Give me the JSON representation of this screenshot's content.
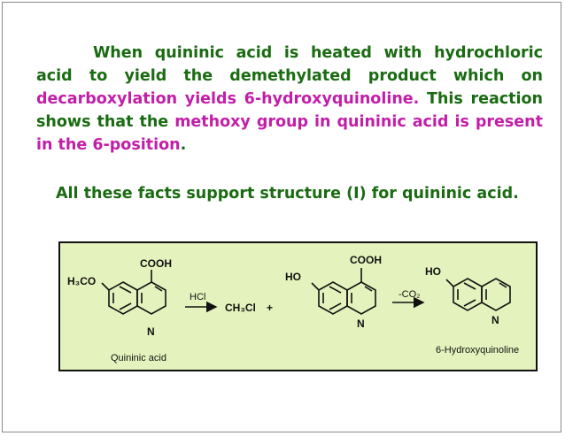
{
  "paragraph1": {
    "part1": "When quininic acid is heated with hydrochloric acid to yield the demethylated product which on ",
    "highlight1": "decarboxylation yields 6-hydroxyquinoline.",
    "part2": " This reaction shows that the ",
    "highlight2": "methoxy group in quininic acid is present in the 6-position",
    "part3": "."
  },
  "paragraph2": {
    "text": "All these facts support structure (I) for quininic acid."
  },
  "scheme": {
    "quininic": {
      "substituent": "H₃CO",
      "cooh": "COOH",
      "nitrogen": "N",
      "name": "Quininic acid"
    },
    "reagent1": "HCl",
    "byproduct": "CH₃Cl",
    "plus": "+",
    "intermediate": {
      "substituent": "HO",
      "cooh": "COOH",
      "nitrogen": "N"
    },
    "reagent2": "-CO₂",
    "product": {
      "substituent": "HO",
      "nitrogen": "N",
      "name": "6-Hydroxyquinoline"
    }
  },
  "colors": {
    "text": "#1a6b12",
    "highlight": "#c21fa8",
    "figure_bg": "#e4f3bd"
  }
}
